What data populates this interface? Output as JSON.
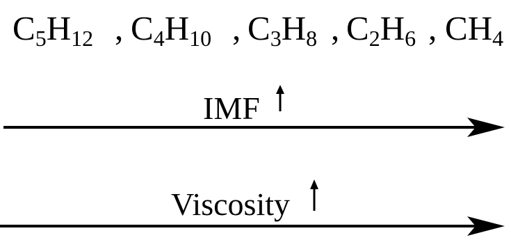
{
  "formulas": [
    {
      "element1": "C",
      "sub1": "5",
      "element2": "H",
      "sub2": "12"
    },
    {
      "element1": "C",
      "sub1": "4",
      "element2": "H",
      "sub2": "10"
    },
    {
      "element1": "C",
      "sub1": "3",
      "element2": "H",
      "sub2": "8"
    },
    {
      "element1": "C",
      "sub1": "2",
      "element2": "H",
      "sub2": "6"
    },
    {
      "element1": "C",
      "sub1": "",
      "element2": "H",
      "sub2": "4"
    }
  ],
  "separator": ",",
  "trends": [
    {
      "label": "IMF",
      "direction": "increasing",
      "icon": "up-arrow-icon"
    },
    {
      "label": "Viscosity",
      "direction": "increasing",
      "icon": "up-arrow-icon"
    }
  ],
  "colors": {
    "ink": "#000000",
    "background": "#ffffff"
  }
}
